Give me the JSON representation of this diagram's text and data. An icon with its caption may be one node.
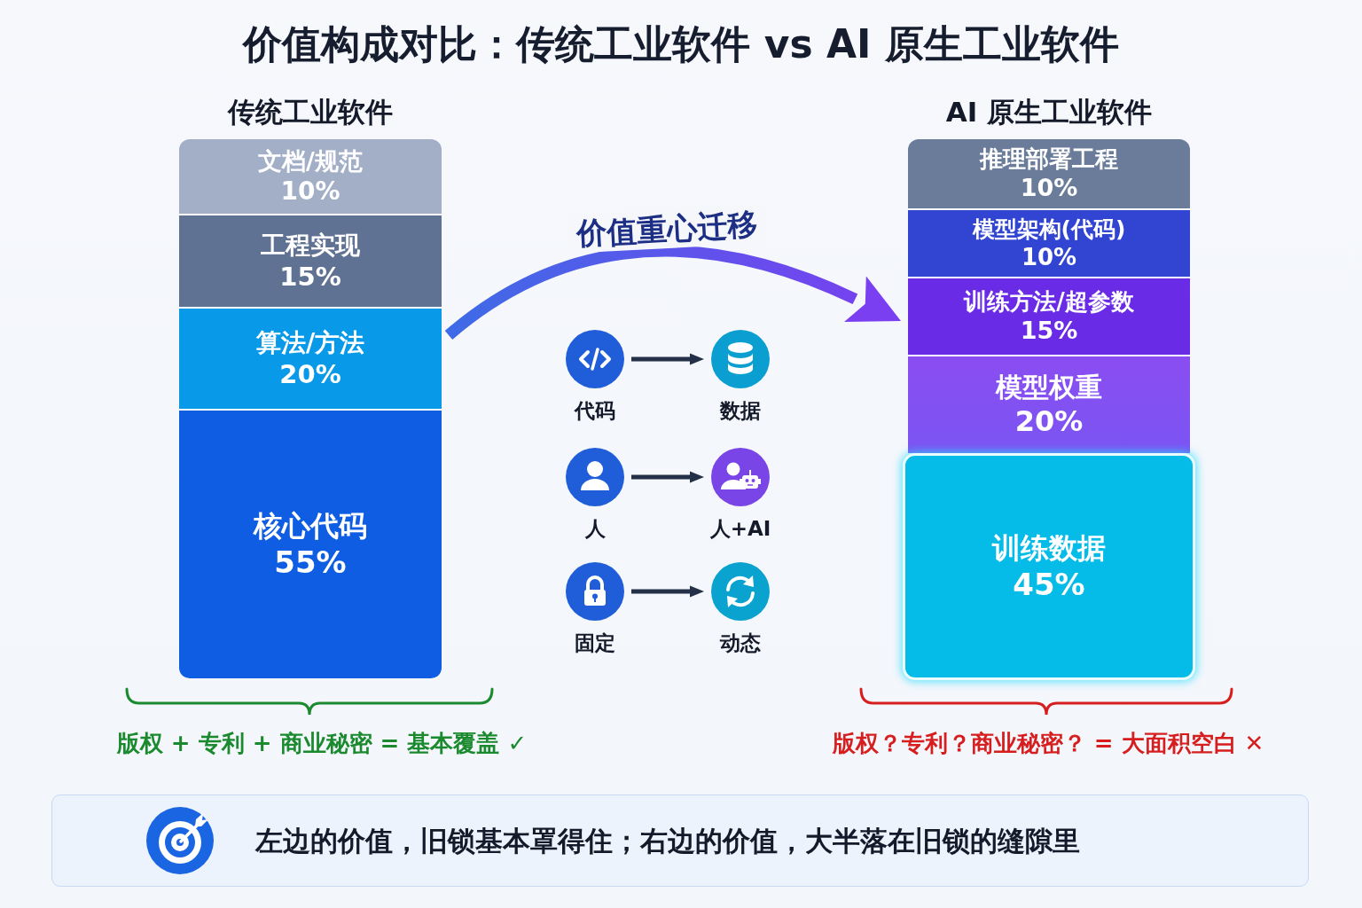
{
  "diagram": {
    "title": "价值构成对比：传统工业软件 vs AI 原生工业软件",
    "nodes": [
      {
        "text": [
          "传统工业软件"
        ]
      },
      {
        "text": [
          "文档/规范",
          "10%"
        ],
        "in": 0
      },
      {
        "text": [
          "工程实现",
          "15%"
        ],
        "in": 0
      },
      {
        "text": [
          "算法/方法",
          "20%"
        ],
        "in": 0
      },
      {
        "text": [
          "核心代码",
          "55%"
        ],
        "in": 0
      },
      {
        "text": [
          "代码"
        ]
      },
      {
        "text": [
          "数据"
        ]
      },
      {
        "text": [
          "人"
        ]
      },
      {
        "text": [
          "人+AI"
        ]
      },
      {
        "text": [
          "固定"
        ]
      },
      {
        "text": [
          "动态"
        ]
      },
      {
        "text": [
          "AI 原生工业软件"
        ]
      },
      {
        "text": [
          "推理部署工程",
          "10%"
        ],
        "in": 11
      },
      {
        "text": [
          "模型架构(代码)",
          "10%"
        ],
        "in": 11
      },
      {
        "text": [
          "训练方法/超参数",
          "15%"
        ],
        "in": 11
      },
      {
        "text": [
          "模型权重",
          "20%"
        ],
        "in": 11
      },
      {
        "text": [
          "训练数据",
          "45%"
        ],
        "in": 11
      },
      {
        "text": [
          "左边的价值，旧锁基本罩得住；右边的价值，大半落在旧锁的缝隙里"
        ]
      }
    ],
    "edges": [
      {
        "from": 0,
        "to": 11,
        "arrow": "to",
        "label": "价值重心迁移",
        "style": "thick",
        "color": "#7a3ff0"
      },
      {
        "from": 5,
        "to": 6,
        "arrow": "to"
      },
      {
        "from": 7,
        "to": 8,
        "arrow": "to"
      },
      {
        "from": 9,
        "to": 10,
        "arrow": "to"
      }
    ],
    "labels": [
      "版权 + 专利 + 商业秘密 = 基本覆盖 ✓",
      "版权？专利？商业秘密？ = 大面积空白 ✕"
    ]
  }
}
